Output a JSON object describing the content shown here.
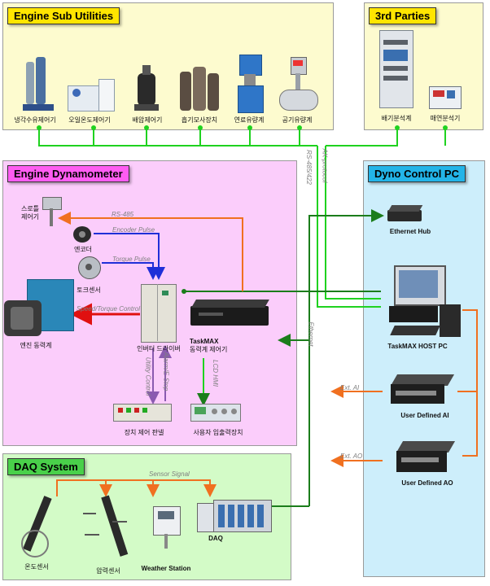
{
  "panels": {
    "sub_utilities": {
      "title": "Engine Sub Utilities",
      "bg": "#fdfbcf",
      "title_bg": "#ffe500"
    },
    "third_parties": {
      "title": "3rd Parties",
      "bg": "#fdfbcf",
      "title_bg": "#ffe500"
    },
    "dynamometer": {
      "title": "Engine Dynamometer",
      "bg": "#fbcdfb",
      "title_bg": "#ff5cf2"
    },
    "dyno_pc": {
      "title": "Dyno Control PC",
      "bg": "#cdeefb",
      "title_bg": "#23b4e8"
    },
    "daq": {
      "title": "DAQ System",
      "bg": "#d3fbc7",
      "title_bg": "#49d04a"
    }
  },
  "sub_utilities_devices": [
    "냉각수유제어기",
    "오일온도제어기",
    "배압제어기",
    "흡기모사장치",
    "연료유량계",
    "공기유량계"
  ],
  "third_party_devices": [
    "배기분석계",
    "매연분석기"
  ],
  "dyno_devices": {
    "throttle": "스로틀\n제어기",
    "encoder": "엔코더",
    "torque_sensor": "토크센서",
    "engine": "엔진 동력계",
    "inverter": "인버터 드라이버",
    "taskmax": "TaskMAX\n동력계 제어기",
    "panel": "장치 제어 판넬",
    "user_io": "사용자 입출력장치"
  },
  "pc_devices": {
    "hub": "Ethernet Hub",
    "host": "TaskMAX HOST PC",
    "ai": "User Defined AI",
    "ao": "User Defined AO"
  },
  "daq_devices": {
    "temp": "온도센서",
    "pressure": "압력센서",
    "weather": "Weather Station",
    "daq": "DAQ"
  },
  "signals": {
    "rs485": "RS-485",
    "encoder_pulse": "Encoder Pulse",
    "torque_pulse": "Torque Pulse",
    "speed_torque": "Speed/Torque Control",
    "utility_control": "Utility Control",
    "alarm_estop": "Alarm/E-Stop",
    "lcd_hmi": "LCD HMI",
    "rs485_422": "RS-485/422",
    "ak_protocol": "AK-protocol",
    "ethernet": "Ethernet",
    "ext_ai": "Ext. AI",
    "ext_ao": "Ext. AO",
    "sensor_signal": "Sensor Signal"
  },
  "colors": {
    "green_line": "#1fd21f",
    "dark_green_line": "#1b7d1b",
    "orange_line": "#f07020",
    "blue_line": "#1f2fd8",
    "red_line": "#e01010"
  }
}
